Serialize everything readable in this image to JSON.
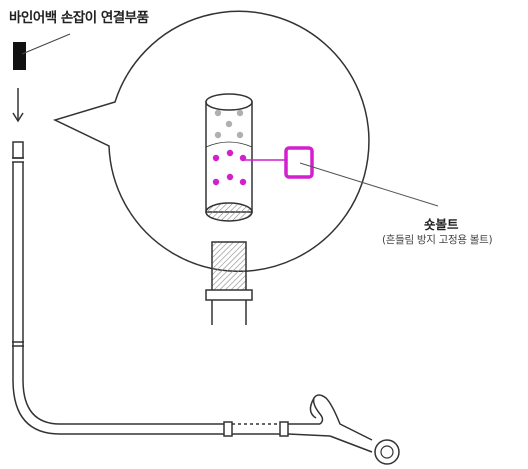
{
  "title": "바인어백 손잡이 연결부품",
  "callout": {
    "label": "숏볼트",
    "sublabel": "(흔들림 방지 고정용 볼트)"
  },
  "colors": {
    "line": "#333333",
    "accent": "#d21fcf",
    "dots_gray": "#b0b0b0",
    "hatch": "#888888"
  },
  "icons": {
    "arrow": "down-arrow-icon"
  }
}
